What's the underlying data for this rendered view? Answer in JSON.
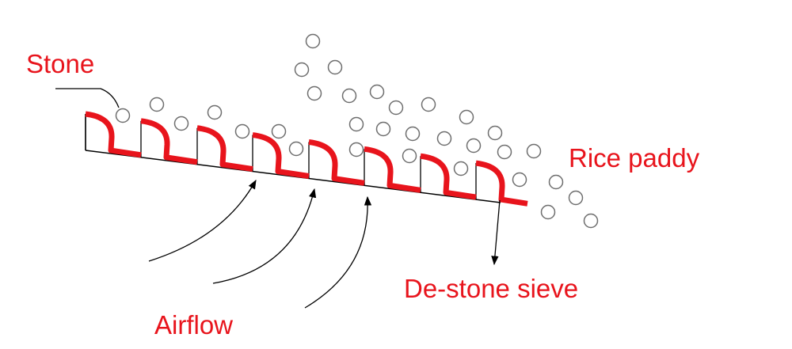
{
  "labels": {
    "stone": "Stone",
    "rice_paddy": "Rice paddy",
    "airflow": "Airflow",
    "sieve": "De-stone sieve"
  },
  "colors": {
    "accent": "#e8141c",
    "line": "#000000",
    "grain": "#6e6e6e",
    "background": "#ffffff"
  }
}
